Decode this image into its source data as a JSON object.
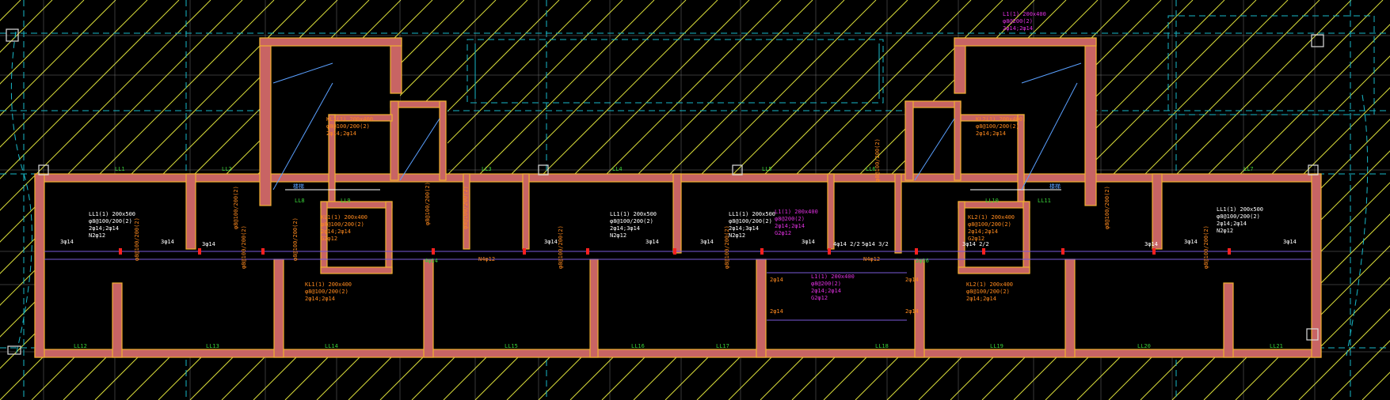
{
  "colors": {
    "background": "#000000",
    "hatch": "#d8dc3a",
    "grid": "#c8c8c8",
    "axis_dash": "#18b8c8",
    "wall_fill": "#c86464",
    "wall_edge": "#f0b030",
    "beam_label": "#ff8a1e",
    "beam_label_alt": "#ffffff",
    "beam_label_magenta": "#e030e0",
    "slab_line": "#7a5ad8",
    "green_text": "#39d139",
    "stair_blue": "#5aa0ff",
    "column_red": "#ff2020"
  },
  "beam_tags": {
    "ll1": "LL1",
    "ll2": "LL2",
    "ll3": "LL3",
    "ll4": "LL4",
    "ll5": "LL5",
    "ll6": "LL6",
    "ll7": "LL7",
    "ll8": "LL8",
    "ll9": "LL9",
    "ll10": "LL10",
    "ll11": "LL11",
    "ll12": "LL12",
    "ll13": "LL13",
    "ll14": "LL14",
    "ll15": "LL15",
    "ll16": "LL16",
    "ll17": "LL17",
    "ll18": "LL18",
    "ll19": "LL19",
    "ll20": "LL20",
    "ll21": "LL21"
  },
  "annotations": {
    "left_block_1": "LL1(1) 200x500",
    "left_block_2": "φ8@100/200(2)",
    "left_block_3": "2φ14;2φ14",
    "left_block_4": "N2φ12",
    "mid_block_1": "LL1(1) 200x500",
    "mid_block_2": "φ8@100/200(2)",
    "mid_block_3": "2φ14;3φ14",
    "mid_block_4": "N2φ12",
    "mid2_block_1": "LL1(1) 200x500",
    "mid2_block_2": "φ8@100/200(2)",
    "mid2_block_3": "2φ14;3φ14",
    "mid2_block_4": "N2φ12",
    "right_block_1": "LL1(1) 200x500",
    "right_block_2": "φ8@100/200(2)",
    "right_block_3": "2φ14;2φ14",
    "right_block_4": "N2φ12",
    "magenta_1": "L1(1) 200x400",
    "magenta_2": "φ8@200(2)",
    "magenta_3": "2φ14;2φ14",
    "magenta_4": "G2φ12",
    "kl_1": "KL1(1) 200x400",
    "kl_2": "φ8@100/200(2)",
    "kl_3": "2φ14;2φ14",
    "kl_4": "G2φ12",
    "kl_5": "KL2(1) 200x400",
    "kl_6": "φ8@100/200(2)",
    "kl_7": "2φ14;2φ14",
    "kl_8": "G2φ12",
    "top_tag_1": "L1(1) 200x400",
    "top_tag_2": "φ8@200(2)",
    "top_tag_3": "2φ14;2φ14",
    "mark_3f14": "3φ14",
    "mark_2f14": "2φ14",
    "mark_n4": "N4φ12",
    "mark_mid": "4φ14 2/2",
    "mark_mid2": "5φ14 3/2",
    "mark_mid3": "3φ14 2/2",
    "stair_up": "楼梯",
    "green_1": "4φ14",
    "green_2": "2φ16"
  }
}
